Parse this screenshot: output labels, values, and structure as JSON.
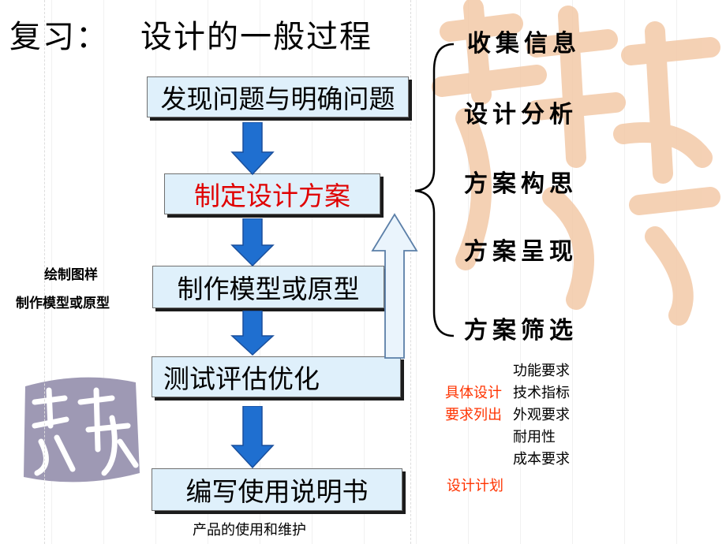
{
  "title": {
    "part1": "复习：",
    "part2": "设计的一般过程"
  },
  "steps": [
    {
      "label": "发现问题与明确问题"
    },
    {
      "label": "制定设计方案"
    },
    {
      "label": "制作模型或原型"
    },
    {
      "label": "测试评估优化"
    },
    {
      "label": "编写使用说明书"
    }
  ],
  "side_labels": {
    "line1": "绘制图样",
    "line2": "制作模型或原型"
  },
  "right_items": [
    "收集信息",
    "设计分析",
    "方案构思",
    "方案呈现",
    "方案筛选"
  ],
  "requirements": [
    "功能要求",
    "技术指标",
    "外观要求",
    "耐用性",
    "成本要求"
  ],
  "orange_notes": {
    "line1": "具体设计",
    "line2": "要求列出",
    "plan": "设计计划"
  },
  "bottom_note": "产品的使用和维护",
  "colors": {
    "box_fill": "#dff0fb",
    "arrow": "#1f6fd0",
    "highlight": "#e00000",
    "note": "#ff3300",
    "watermark": "#f3c9a8",
    "seal": "#9e99b4"
  }
}
